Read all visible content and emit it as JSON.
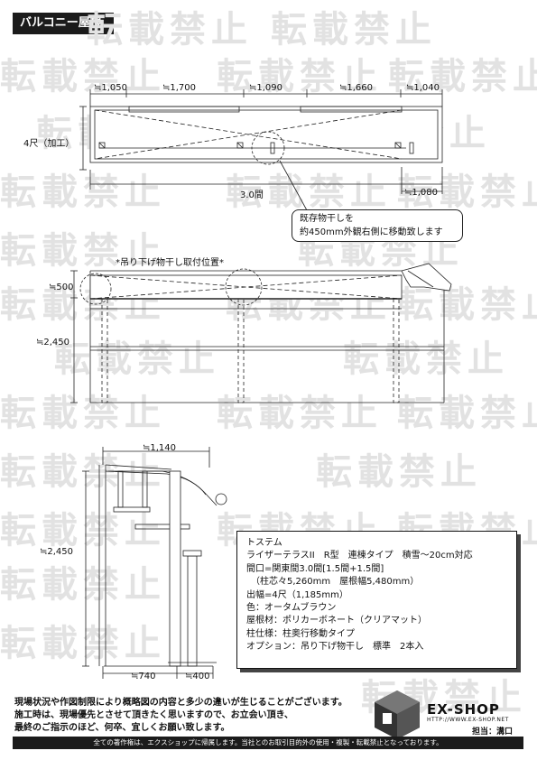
{
  "header": {
    "title": "バルコニー屋根"
  },
  "watermark": {
    "text": "転載禁止"
  },
  "plan_view": {
    "dims_top": [
      "≒1,050",
      "≒1,700",
      "≒1,090",
      "≒1,660",
      "≒1,040"
    ],
    "depth_label": "4尺（加工）",
    "bottom_dim": "3.0間",
    "right_dim": "≒1,080"
  },
  "callout": {
    "line1": "既存物干しを",
    "line2": "約450mm外観右側に移動致します"
  },
  "front_view": {
    "hanger_label": "*吊り下げ物干し取付位置*",
    "dim_roof": "≒500",
    "dim_height": "≒2,450"
  },
  "side_view": {
    "dim_width": "≒1,140",
    "dim_height": "≒2,450",
    "dim_bottom_left": "≒740",
    "dim_bottom_right": "≒400"
  },
  "spec": {
    "lines": [
      "トステム",
      "ライザーテラスII　R型　連棟タイプ　積雪～20cm対応",
      "間口=関東間3.0間[1.5間+1.5間]",
      "　（柱芯々5,260mm　屋根幅5,480mm）",
      "出幅=4尺（1,185mm）",
      "色：オータムブラウン",
      "屋根材：ポリカーボネート（クリアマット）",
      "柱仕様：柱奥行移動タイプ",
      "オプション：吊り下げ物干し　標準　2本入"
    ]
  },
  "notes": {
    "lines": [
      "現場状況や作図制限により概略図の内容と多少の違いが生じることがございます。",
      "施工時は、現場優先とさせて頂きたく思いますので、お立会い頂き、",
      "最終のご指示のほど、何卒、宜しくお願い致します。"
    ]
  },
  "brand": {
    "name": "EX-SHOP",
    "url": "HTTP://WWW.EX-SHOP.NET",
    "staff": "担当：溝口"
  },
  "footer": {
    "text": "全ての著作権は、エクスショップに帰属します。当社とのお取引目的外の使用・複製・転載禁止となっております。"
  }
}
